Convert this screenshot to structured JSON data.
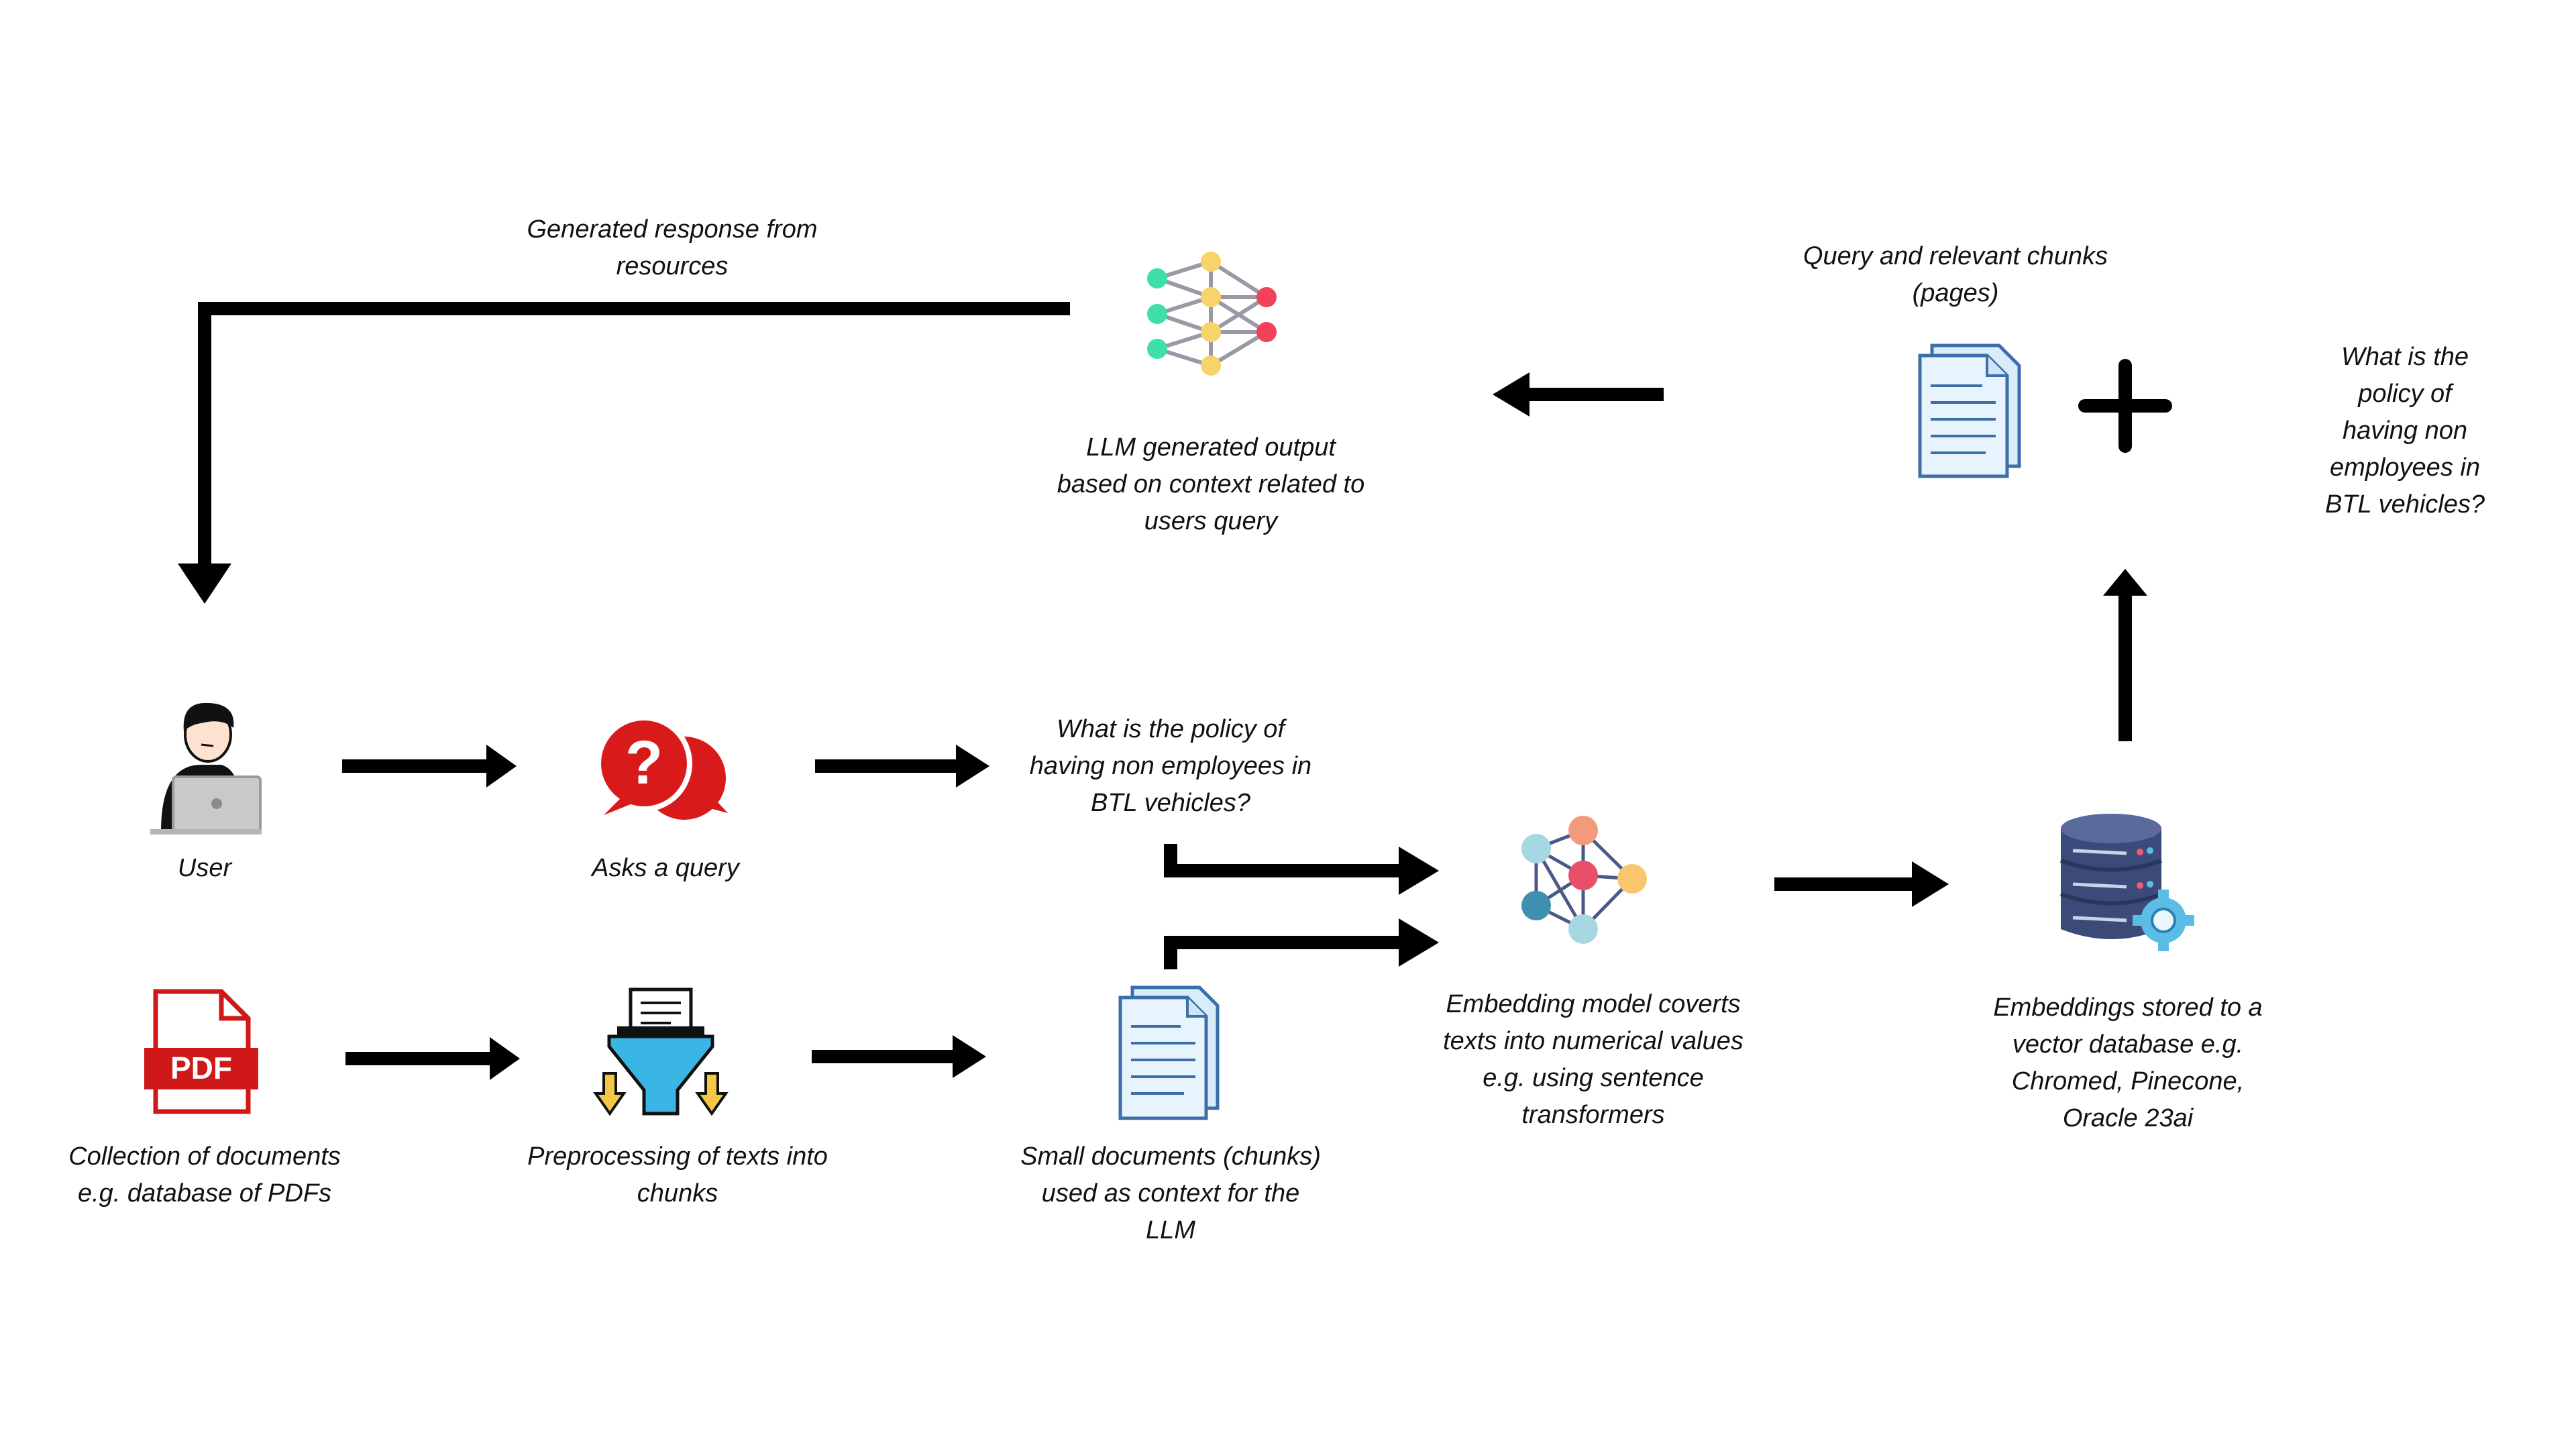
{
  "labels": {
    "response": "Generated response from\nresources",
    "llm_output": "LLM generated output\nbased on context related to\nusers query",
    "query_chunks": "Query and relevant chunks\n(pages)",
    "question_top": "What is the policy of\nhaving non employees in\nBTL vehicles?",
    "user": "User",
    "asks_query": "Asks a query",
    "question_mid": "What is the policy of\nhaving non employees in\nBTL vehicles?",
    "embedding_model": "Embedding model coverts\ntexts into numerical values\ne.g. using sentence\ntransformers",
    "embeddings_stored": "Embeddings stored to a\nvector database e.g.\nChromed, Pinecone,\nOracle 23ai",
    "collection_docs": "Collection of documents\ne.g. database of PDFs",
    "preprocessing": "Preprocessing of texts into\nchunks",
    "small_docs": "Small documents (chunks)\nused as context for the\nLLM"
  },
  "icons": {
    "pdf_text": "PDF",
    "question_mark": "?"
  },
  "colors": {
    "arrow": "#000000",
    "pdf_red": "#d01818",
    "bubble_red": "#d81a1a",
    "funnel_blue": "#39b6e3",
    "doc_blue": "#d8ecfa",
    "db_navy": "#3b4a78",
    "gear_blue": "#5bbde6"
  }
}
